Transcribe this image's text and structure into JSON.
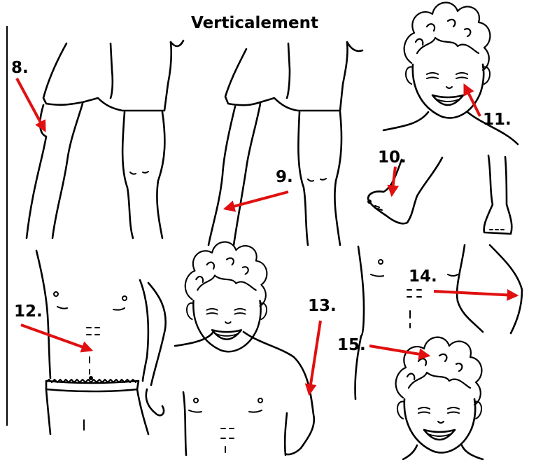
{
  "title": "Verticalement",
  "colors": {
    "arrow": "#e01010",
    "ink": "#000000",
    "background": "#ffffff"
  },
  "panels": [
    {
      "id": "8",
      "label": "8."
    },
    {
      "id": "9",
      "label": "9."
    },
    {
      "id": "10",
      "label": "10."
    },
    {
      "id": "11",
      "label": "11."
    },
    {
      "id": "12",
      "label": "12."
    },
    {
      "id": "13",
      "label": "13."
    },
    {
      "id": "14",
      "label": "14."
    },
    {
      "id": "15",
      "label": "15."
    }
  ]
}
